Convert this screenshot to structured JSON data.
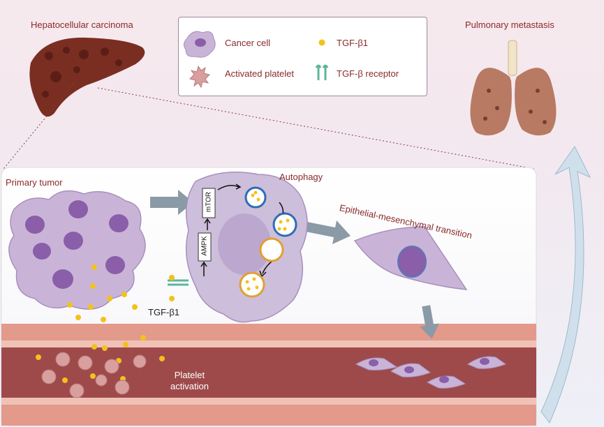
{
  "labels": {
    "hcc": "Hepatocellular carcinoma",
    "pulmonary": "Pulmonary metastasis",
    "primary_tumor": "Primary tumor",
    "autophagy": "Autophagy",
    "emt": "Epithelial-mesenchymal transition",
    "tgf_b1": "TGF-β1",
    "platelet_activation_1": "Platelet",
    "platelet_activation_2": "activation",
    "ampk": "AMPK",
    "mtor": "mTOR"
  },
  "legend": {
    "cancer_cell": "Cancer cell",
    "tgf_b1": "TGF-β1",
    "activated_platelet": "Activated platelet",
    "tgf_b_receptor": "TGF-β receptor"
  },
  "colors": {
    "label_text": "#8a2a2a",
    "cell_fill": "#c9b4d8",
    "nucleus": "#8a5ea8",
    "vessel_dark": "#9e4a4a",
    "vessel_light": "#e39a8a",
    "tgf_dot": "#f2c21b",
    "arrow_gray": "#8a9aa6"
  }
}
